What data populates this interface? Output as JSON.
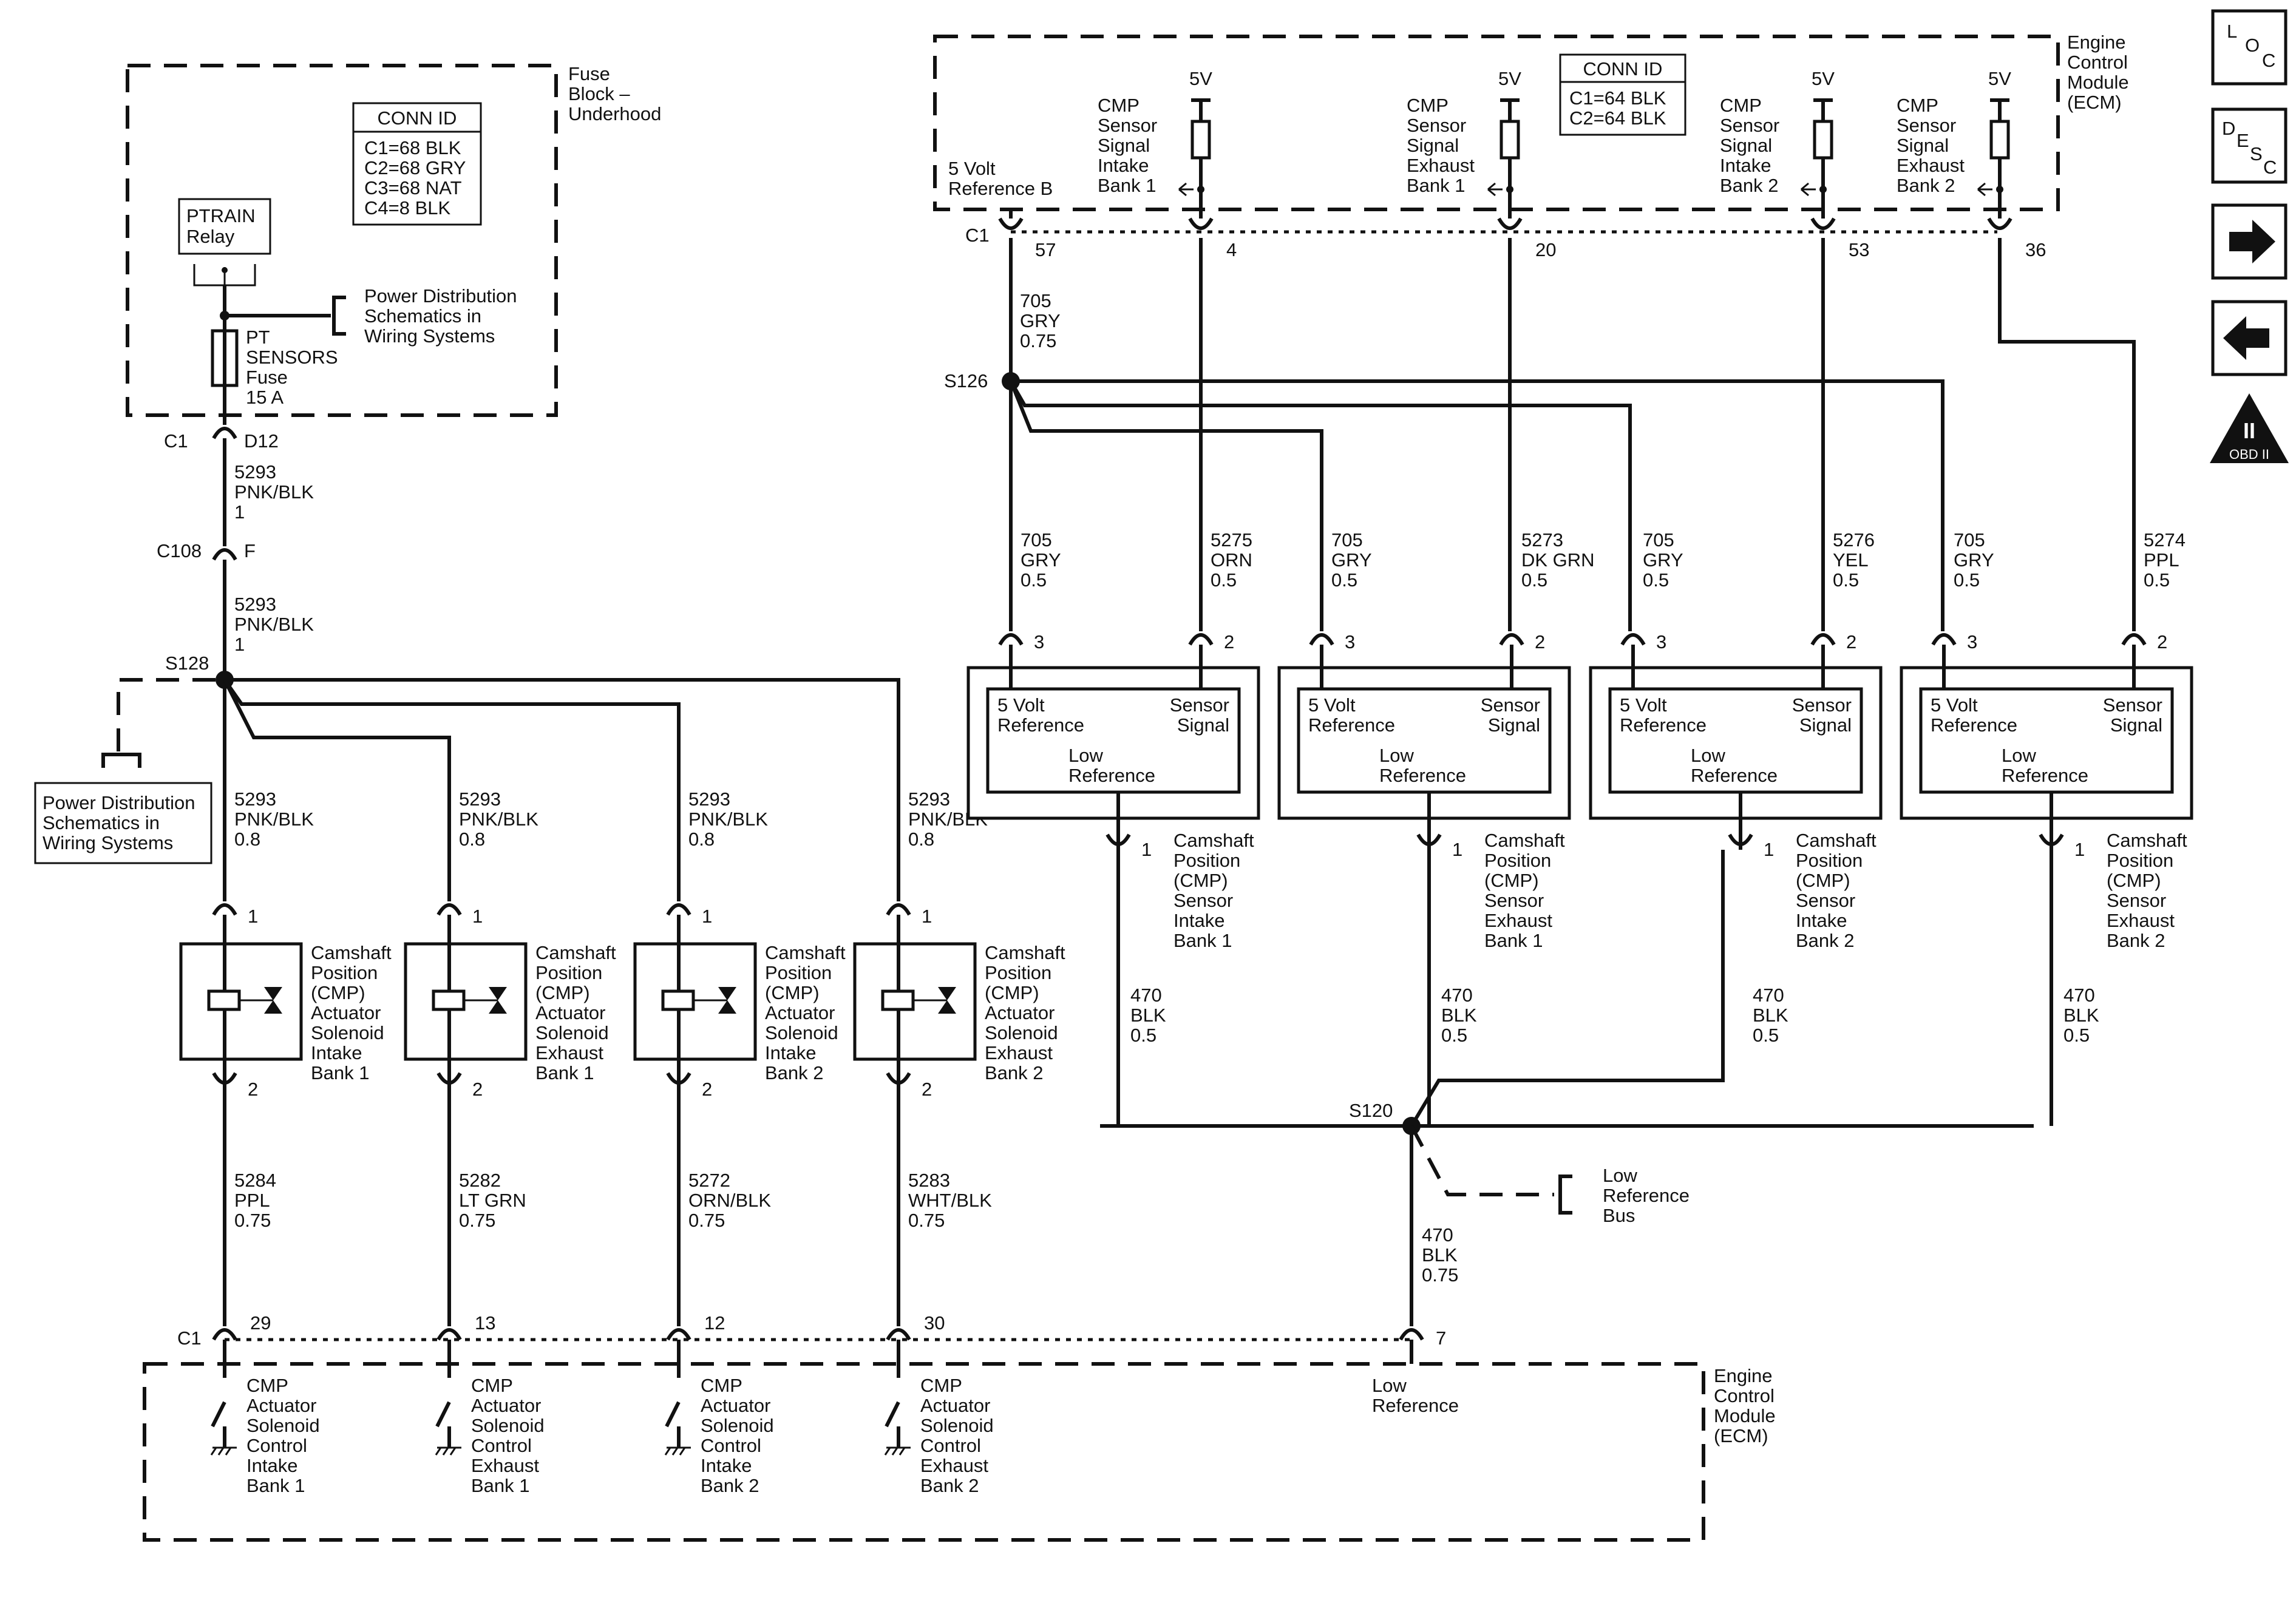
{
  "fuse_block": {
    "title": [
      "Fuse",
      "Block –",
      "Underhood"
    ],
    "conn_id": {
      "header": "CONN ID",
      "rows": [
        "C1=68 BLK",
        "C2=68 GRY",
        "C3=68 NAT",
        "C4=8 BLK"
      ]
    },
    "relay": [
      "PTRAIN",
      "Relay"
    ],
    "fuse": [
      "PT",
      "SENSORS",
      "Fuse",
      "15 A"
    ],
    "ref": [
      "Power Distribution",
      "Schematics in",
      "Wiring Systems"
    ]
  },
  "top_connector": {
    "id": "C1",
    "pin": "D12"
  },
  "feed_wire_1": [
    "5293",
    "PNK/BLK",
    "1"
  ],
  "c108": {
    "id": "C108",
    "pin": "F"
  },
  "feed_wire_2": [
    "5293",
    "PNK/BLK",
    "1"
  ],
  "splice_s128": "S128",
  "left_ref": [
    "Power Distribution",
    "Schematics in",
    "Wiring Systems"
  ],
  "solenoids": [
    {
      "wire_in": [
        "5293",
        "PNK/BLK",
        "0.8"
      ],
      "pin_in": "1",
      "pin_out": "2",
      "label": [
        "Camshaft",
        "Position",
        "(CMP)",
        "Actuator",
        "Solenoid",
        "Intake",
        "Bank 1"
      ],
      "wire_out": [
        "5284",
        "PPL",
        "0.75"
      ],
      "ecm_pin": "29",
      "ecm_label": [
        "CMP",
        "Actuator",
        "Solenoid",
        "Control",
        "Intake",
        "Bank 1"
      ]
    },
    {
      "wire_in": [
        "5293",
        "PNK/BLK",
        "0.8"
      ],
      "pin_in": "1",
      "pin_out": "2",
      "label": [
        "Camshaft",
        "Position",
        "(CMP)",
        "Actuator",
        "Solenoid",
        "Exhaust",
        "Bank 1"
      ],
      "wire_out": [
        "5282",
        "LT GRN",
        "0.75"
      ],
      "ecm_pin": "13",
      "ecm_label": [
        "CMP",
        "Actuator",
        "Solenoid",
        "Control",
        "Exhaust",
        "Bank 1"
      ]
    },
    {
      "wire_in": [
        "5293",
        "PNK/BLK",
        "0.8"
      ],
      "pin_in": "1",
      "pin_out": "2",
      "label": [
        "Camshaft",
        "Position",
        "(CMP)",
        "Actuator",
        "Solenoid",
        "Intake",
        "Bank 2"
      ],
      "wire_out": [
        "5272",
        "ORN/BLK",
        "0.75"
      ],
      "ecm_pin": "12",
      "ecm_label": [
        "CMP",
        "Actuator",
        "Solenoid",
        "Control",
        "Intake",
        "Bank 2"
      ]
    },
    {
      "wire_in": [
        "5293",
        "PNK/BLK",
        "0.8"
      ],
      "pin_in": "1",
      "pin_out": "2",
      "label": [
        "Camshaft",
        "Position",
        "(CMP)",
        "Actuator",
        "Solenoid",
        "Exhaust",
        "Bank 2"
      ],
      "wire_out": [
        "5283",
        "WHT/BLK",
        "0.75"
      ],
      "ecm_pin": "30",
      "ecm_label": [
        "CMP",
        "Actuator",
        "Solenoid",
        "Control",
        "Exhaust",
        "Bank 2"
      ]
    }
  ],
  "bottom_ecm": {
    "connector": "C1",
    "title": [
      "Engine",
      "Control",
      "Module",
      "(ECM)"
    ],
    "low_ref_pin": "7",
    "low_ref_label": [
      "Low",
      "Reference"
    ]
  },
  "top_ecm": {
    "title": [
      "Engine",
      "Control",
      "Module",
      "(ECM)"
    ],
    "conn_id": {
      "header": "CONN ID",
      "rows": [
        "C1=64 BLK",
        "C2=64 BLK"
      ]
    },
    "connector": "C1",
    "ref_b_label": [
      "5 Volt",
      "Reference B"
    ],
    "ref_b_pin": "57",
    "signals": [
      {
        "supply": "5V",
        "label": [
          "CMP",
          "Sensor",
          "Signal",
          "Intake",
          "Bank 1"
        ],
        "pin": "4"
      },
      {
        "supply": "5V",
        "label": [
          "CMP",
          "Sensor",
          "Signal",
          "Exhaust",
          "Bank 1"
        ],
        "pin": "20"
      },
      {
        "supply": "5V",
        "label": [
          "CMP",
          "Sensor",
          "Signal",
          "Intake",
          "Bank 2"
        ],
        "pin": "53"
      },
      {
        "supply": "5V",
        "label": [
          "CMP",
          "Sensor",
          "Signal",
          "Exhaust",
          "Bank 2"
        ],
        "pin": "36"
      }
    ]
  },
  "ref_trunk_wire": [
    "705",
    "GRY",
    "0.75"
  ],
  "splice_s126": "S126",
  "sensors": [
    {
      "ref_wire": [
        "705",
        "GRY",
        "0.5"
      ],
      "sig_wire": [
        "5275",
        "ORN",
        "0.5"
      ],
      "pin_ref": "3",
      "pin_sig": "2",
      "pin_low": "1",
      "box_ref": [
        "5 Volt",
        "Reference"
      ],
      "box_sig": [
        "Sensor",
        "Signal"
      ],
      "box_low": [
        "Low",
        "Reference"
      ],
      "label": [
        "Camshaft",
        "Position",
        "(CMP)",
        "Sensor",
        "Intake",
        "Bank 1"
      ],
      "low_wire": [
        "470",
        "BLK",
        "0.5"
      ]
    },
    {
      "ref_wire": [
        "705",
        "GRY",
        "0.5"
      ],
      "sig_wire": [
        "5273",
        "DK GRN",
        "0.5"
      ],
      "pin_ref": "3",
      "pin_sig": "2",
      "pin_low": "1",
      "box_ref": [
        "5 Volt",
        "Reference"
      ],
      "box_sig": [
        "Sensor",
        "Signal"
      ],
      "box_low": [
        "Low",
        "Reference"
      ],
      "label": [
        "Camshaft",
        "Position",
        "(CMP)",
        "Sensor",
        "Exhaust",
        "Bank 1"
      ],
      "low_wire": [
        "470",
        "BLK",
        "0.5"
      ]
    },
    {
      "ref_wire": [
        "705",
        "GRY",
        "0.5"
      ],
      "sig_wire": [
        "5276",
        "YEL",
        "0.5"
      ],
      "pin_ref": "3",
      "pin_sig": "2",
      "pin_low": "1",
      "box_ref": [
        "5 Volt",
        "Reference"
      ],
      "box_sig": [
        "Sensor",
        "Signal"
      ],
      "box_low": [
        "Low",
        "Reference"
      ],
      "label": [
        "Camshaft",
        "Position",
        "(CMP)",
        "Sensor",
        "Intake",
        "Bank 2"
      ],
      "low_wire": [
        "470",
        "BLK",
        "0.5"
      ]
    },
    {
      "ref_wire": [
        "705",
        "GRY",
        "0.5"
      ],
      "sig_wire": [
        "5274",
        "PPL",
        "0.5"
      ],
      "pin_ref": "3",
      "pin_sig": "2",
      "pin_low": "1",
      "box_ref": [
        "5 Volt",
        "Reference"
      ],
      "box_sig": [
        "Sensor",
        "Signal"
      ],
      "box_low": [
        "Low",
        "Reference"
      ],
      "label": [
        "Camshaft",
        "Position",
        "(CMP)",
        "Sensor",
        "Exhaust",
        "Bank 2"
      ],
      "low_wire": [
        "470",
        "BLK",
        "0.5"
      ]
    }
  ],
  "splice_s120": "S120",
  "low_ref_bus": [
    "Low",
    "Reference",
    "Bus"
  ],
  "ground_wire": [
    "470",
    "BLK",
    "0.75"
  ],
  "nav": {
    "loc": [
      "L",
      "O",
      "C"
    ],
    "desc": [
      "D",
      "E",
      "S",
      "C"
    ],
    "obd": [
      "II",
      "OBD II"
    ]
  }
}
